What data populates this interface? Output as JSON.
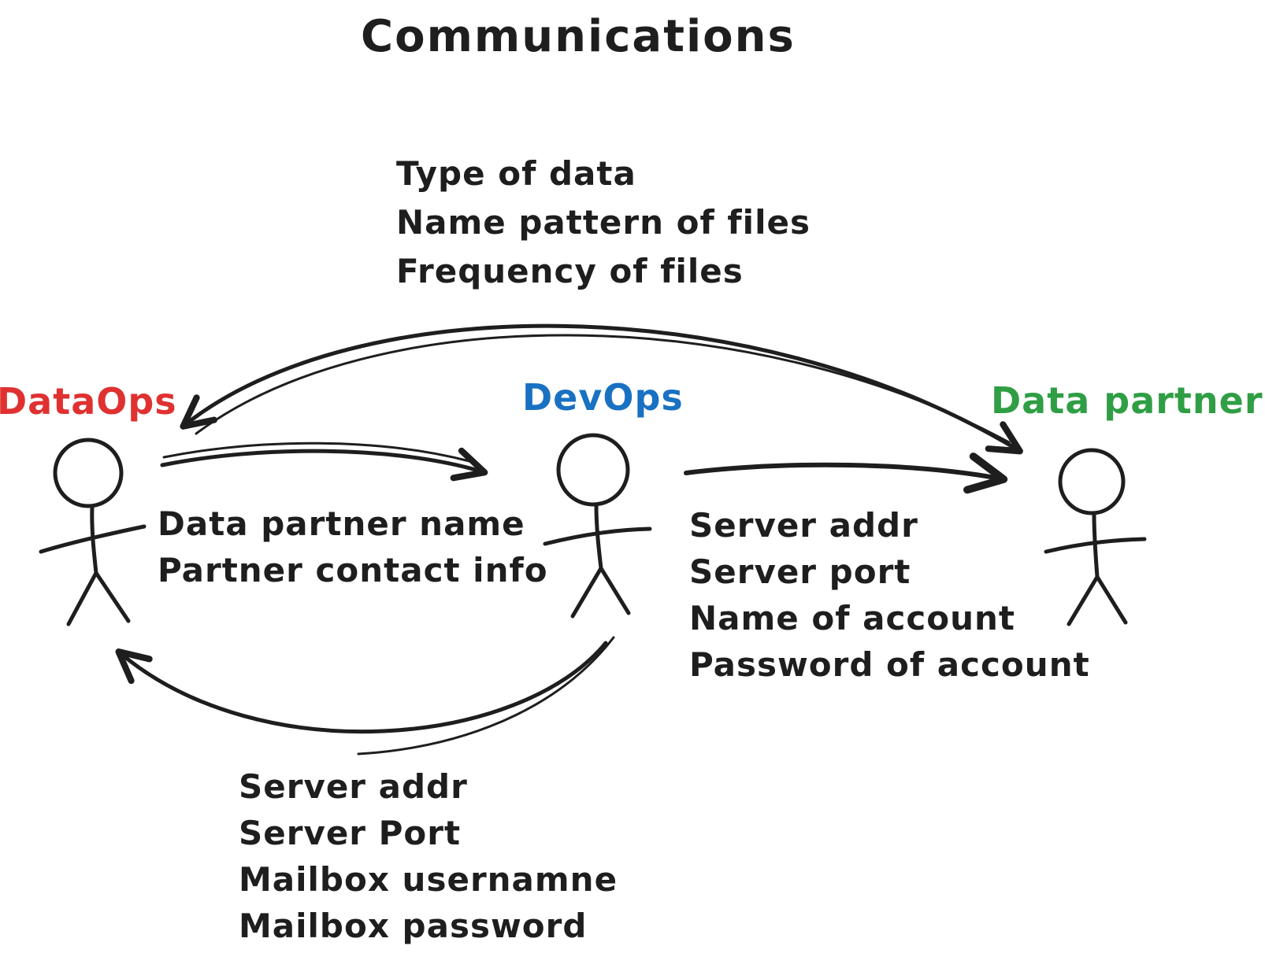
{
  "title": "Communications",
  "ink_color": "#1e1e1e",
  "actors": {
    "dataops": {
      "label": "DataOps",
      "color": "#e03131",
      "head_fill": "#ffc9c9"
    },
    "devops": {
      "label": "DevOps",
      "color": "#1971c2",
      "head_fill": "#a5d8ff"
    },
    "data_partner": {
      "label": "Data partner",
      "color": "#2f9e44",
      "head_fill": "#b2f2bb"
    }
  },
  "edges": {
    "dataops_datapartner": {
      "from": "DataOps",
      "to": "Data partner",
      "direction": "bidirectional",
      "lines": [
        "Type of data",
        "Name pattern of files",
        "Frequency of files"
      ]
    },
    "dataops_devops": {
      "from": "DataOps",
      "to": "DevOps",
      "direction": "one-way",
      "lines": [
        "Data partner name",
        "Partner contact info"
      ]
    },
    "devops_datapartner": {
      "from": "DevOps",
      "to": "Data partner",
      "direction": "one-way",
      "lines": [
        "Server addr",
        "Server port",
        "Name of account",
        "Password of account"
      ]
    },
    "devops_dataops": {
      "from": "DevOps",
      "to": "DataOps",
      "direction": "one-way",
      "lines": [
        "Server addr",
        "Server Port",
        "Mailbox usernamne",
        "Mailbox password"
      ]
    }
  }
}
